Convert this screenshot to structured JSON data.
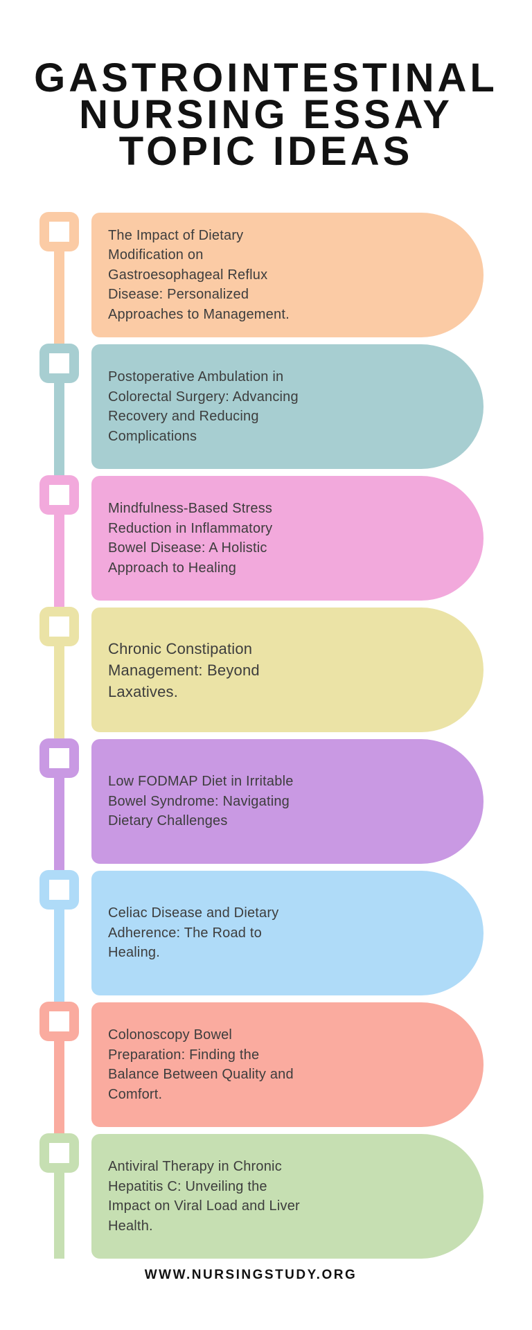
{
  "title": {
    "text": "GASTROINTESTINAL\nNURSING ESSAY\nTOPIC IDEAS"
  },
  "cards": [
    {
      "color": "#FBCBA5",
      "text": "The Impact of Dietary\nModification on\nGastroesophageal Reflux\nDisease: Personalized\nApproaches to Management."
    },
    {
      "color": "#A7CED1",
      "text": "Postoperative Ambulation in\nColorectal Surgery: Advancing\nRecovery and Reducing\nComplications"
    },
    {
      "color": "#F2A9DC",
      "text": "Mindfulness-Based Stress\nReduction in Inflammatory\nBowel Disease: A Holistic\nApproach to Healing"
    },
    {
      "color": "#EBE3A6",
      "text": "Chronic Constipation\nManagement: Beyond\nLaxatives."
    },
    {
      "color": "#C999E3",
      "text": "Low FODMAP Diet in Irritable\nBowel Syndrome: Navigating\nDietary Challenges"
    },
    {
      "color": "#AFDBF8",
      "text": "Celiac Disease and Dietary\nAdherence: The Road to\nHealing."
    },
    {
      "color": "#FAAB9F",
      "text": "Colonoscopy Bowel\nPreparation: Finding the\nBalance Between Quality and\nComfort."
    },
    {
      "color": "#C6DFB2",
      "text": "Antiviral Therapy in Chronic\nHepatitis C: Unveiling the\nImpact on Viral Load and Liver\nHealth."
    }
  ],
  "footer": {
    "website": "WWW.NURSINGSTUDY.ORG"
  },
  "palette": {
    "background": "#FFFFFF",
    "body_text": "#3D3D3D",
    "title_text": "#121212"
  }
}
